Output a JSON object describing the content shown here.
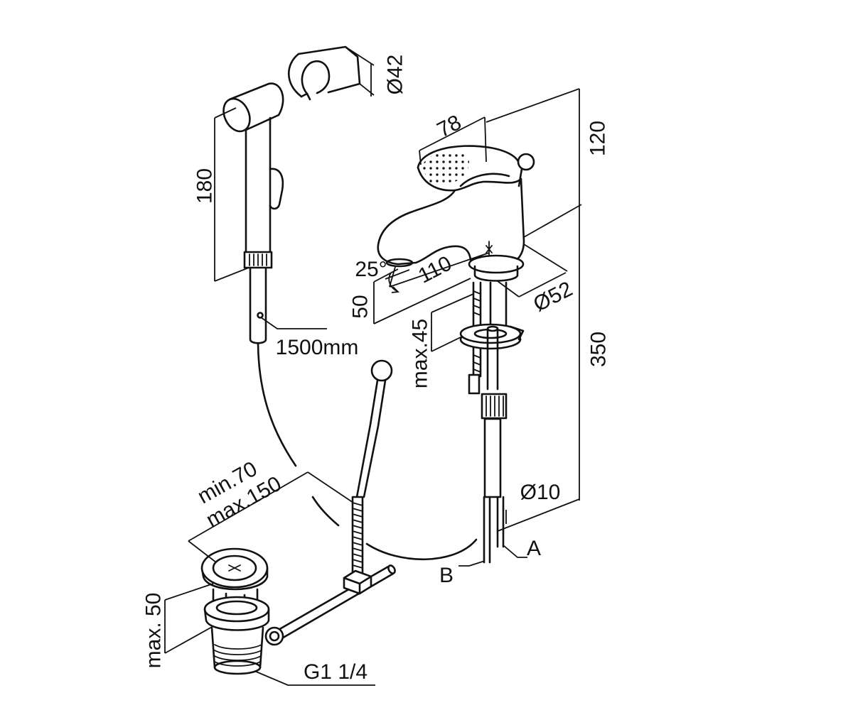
{
  "labels": {
    "holder_diameter": "Ø42",
    "shower_length": "180",
    "lever_length": "78",
    "lever_height": "120",
    "spout_angle": "25°",
    "spout_reach": "110",
    "spout_height": "50",
    "base_diameter": "Ø52",
    "deck_thickness": "max.45",
    "total_height": "350",
    "hose_length": "1500mm",
    "rod_min": "min.70",
    "rod_max": "max.150",
    "pipe_diameter": "Ø10",
    "connection_a": "A",
    "connection_b": "B",
    "waste_height": "max. 50",
    "waste_thread": "G1 1/4"
  },
  "colors": {
    "line": "#111111",
    "background": "#ffffff"
  }
}
